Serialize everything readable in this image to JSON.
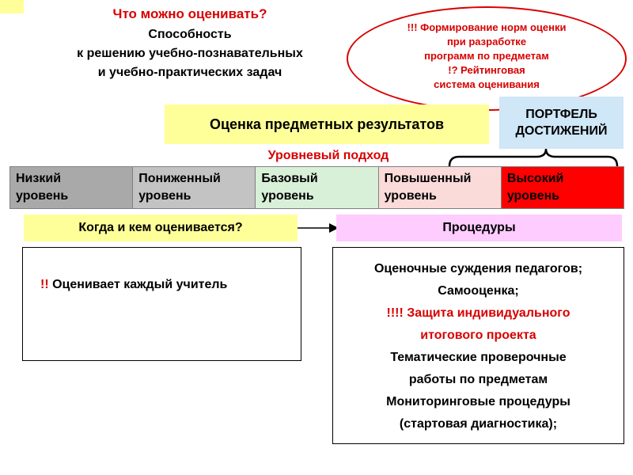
{
  "colors": {
    "red_text": "#d80000",
    "yellow": "#ffff99",
    "pink": "#ffccff",
    "blue": "#cfe7f7",
    "level_low": "#a9a9a9",
    "level_reduced": "#c3c3c3",
    "level_basic": "#d8f0d8",
    "level_raised": "#fbdada",
    "level_high": "#ff0000"
  },
  "header": {
    "title": "Что можно оценивать?",
    "subtitle": [
      "Способность",
      "к решению учебно-познавательных",
      "и учебно-практических задач"
    ]
  },
  "callout": {
    "lines": [
      "!!! Формирование норм оценки",
      "при разработке",
      "программ по предметам",
      "!? Рейтинговая",
      "система оценивания"
    ]
  },
  "subject_results_box": "Оценка предметных результатов",
  "portfolio_box": [
    "ПОРТФЕЛЬ",
    "ДОСТИЖЕНИЙ"
  ],
  "levels_heading": "Уровневый подход",
  "levels": [
    {
      "label": "Низкий уровень",
      "color": "#a9a9a9"
    },
    {
      "label": "Пониженный уровень",
      "color": "#c3c3c3"
    },
    {
      "label": "Базовый уровень",
      "color": "#d8f0d8"
    },
    {
      "label": "Повышенный уровень",
      "color": "#fbdada"
    },
    {
      "label": "Высокий уровень",
      "color": "#ff0000"
    }
  ],
  "when_box": "Когда  и кем оценивается?",
  "procedures_box": "Процедуры",
  "teacher_note": {
    "emphasis": "!!",
    "text": " Оценивает каждый учитель"
  },
  "procedures_list": [
    {
      "text": "Оценочные суждения педагогов;",
      "emphasis": false
    },
    {
      "text": "Самооценка;",
      "emphasis": false
    },
    {
      "text": "!!!! Защита индивидуального итогового проекта",
      "emphasis": true
    },
    {
      "text": "Тематические проверочные работы по предметам",
      "emphasis": false
    },
    {
      "text": "Мониторинговые процедуры (стартовая диагностика);",
      "emphasis": false
    }
  ]
}
